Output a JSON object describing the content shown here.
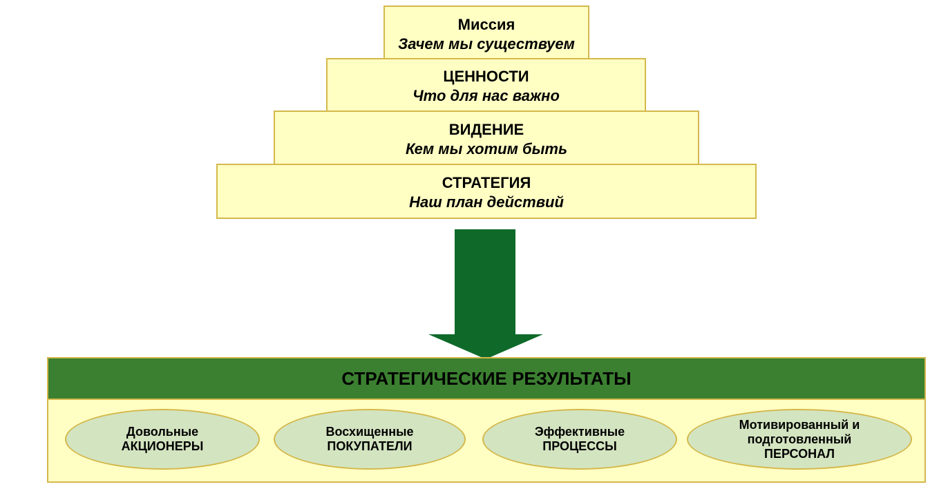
{
  "pyramid": [
    {
      "title": "Миссия",
      "subtitle": "Зачем мы существуем"
    },
    {
      "title": "ЦЕННОСТИ",
      "subtitle": "Что для нас важно"
    },
    {
      "title": "ВИДЕНИЕ",
      "subtitle": "Кем мы хотим быть"
    },
    {
      "title": "СТРАТЕГИЯ",
      "subtitle": "Наш план действий"
    }
  ],
  "results": {
    "header": "СТРАТЕГИЧЕСКИЕ РЕЗУЛЬТАТЫ",
    "items": [
      {
        "line1": "Довольные",
        "line2": "АКЦИОНЕРЫ",
        "line3": ""
      },
      {
        "line1": "Восхищенные",
        "line2": "ПОКУПАТЕЛИ",
        "line3": ""
      },
      {
        "line1": "Эффективные",
        "line2": "ПРОЦЕССЫ",
        "line3": ""
      },
      {
        "line1": "Мотивированный и",
        "line2": "подготовленный",
        "line3": "ПЕРСОНАЛ"
      }
    ]
  },
  "colors": {
    "box_fill": "#ffffc4",
    "box_border": "#d4b84a",
    "header_green": "#3b8030",
    "arrow_green": "#0f6a2a",
    "oval_fill": "#d3e4c0"
  }
}
